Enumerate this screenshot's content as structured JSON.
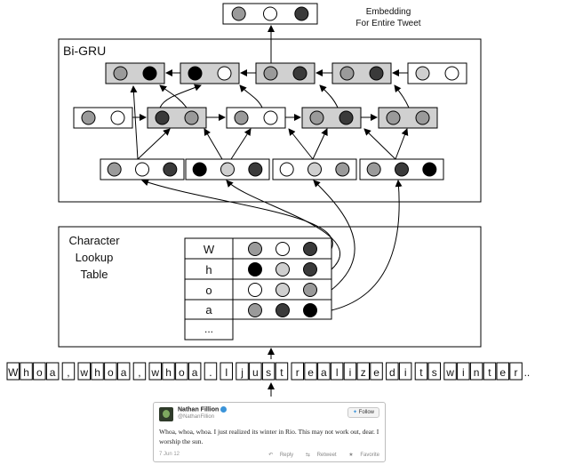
{
  "top_label": [
    "Embedding",
    "For Entire Tweet"
  ],
  "bigru_label": "Bi-GRU",
  "lookup_label": [
    "Character",
    "Lookup",
    "Table"
  ],
  "lookup_chars": [
    "W",
    "h",
    "o",
    "a",
    "..."
  ],
  "input_chars": [
    "W",
    "h",
    "o",
    "a",
    ",",
    "w",
    "h",
    "o",
    "a",
    ",",
    "w",
    "h",
    "o",
    "a",
    ".",
    "I",
    "j",
    "u",
    "s",
    "t",
    "r",
    "e",
    "a",
    "l",
    "i",
    "z",
    "e",
    "d",
    "i",
    "t",
    "s",
    "w",
    "i",
    "n",
    "t",
    "e",
    "r"
  ],
  "input_ellipsis": "..",
  "colors": {
    "white": "#ffffff",
    "light": "#cfcfcf",
    "mid": "#9a9a9a",
    "dark": "#3a3a3a",
    "black": "#000000",
    "hidden_fill": "#d0d0d0",
    "blue": "#3b94d9"
  },
  "tweet": {
    "name": "Nathan Fillion",
    "handle": "@NathanFillion",
    "follow": "Follow",
    "text": "Whoa, whoa, whoa. I just realized its winter in Rio. This may not work out, dear. I worship the sun.",
    "date": "7 Jun 12",
    "reply": "Reply",
    "retweet": "Retweet",
    "favorite": "Favorite",
    "icons": [
      "verified-icon",
      "follow-bird-icon",
      "reply-icon",
      "retweet-icon",
      "favorite-icon"
    ]
  }
}
